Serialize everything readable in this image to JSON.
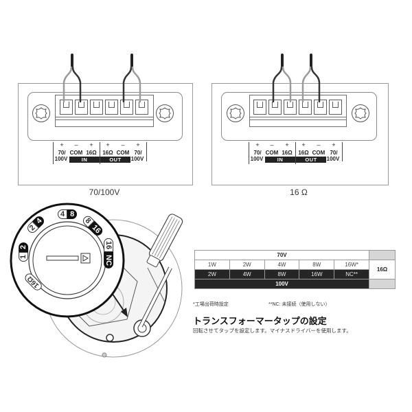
{
  "wiring_diagrams": [
    {
      "caption": "70/100V",
      "connected_terminals": [
        "70/100V IN",
        "COM IN",
        "COM OUT",
        "70/100V OUT"
      ]
    },
    {
      "caption": "16 Ω",
      "connected_terminals": [
        "COM IN",
        "16Ω IN",
        "16Ω OUT",
        "COM OUT"
      ]
    }
  ],
  "terminal_labels": {
    "terminals": [
      {
        "sign": "+",
        "label_top": "70/",
        "label_bottom": "100V"
      },
      {
        "sign": "–",
        "label_top": "COM",
        "label_bottom": ""
      },
      {
        "sign": "+",
        "label_top": "16Ω",
        "label_bottom": ""
      },
      {
        "sign": "+",
        "label_top": "16Ω",
        "label_bottom": ""
      },
      {
        "sign": "–",
        "label_top": "COM",
        "label_bottom": ""
      },
      {
        "sign": "+",
        "label_top": "70/",
        "label_bottom": "100V"
      }
    ],
    "in_band": "IN",
    "out_band": "OUT"
  },
  "dial": {
    "positions": [
      {
        "light": "1",
        "dark": "2"
      },
      {
        "light": "2",
        "dark": "4"
      },
      {
        "light": "4",
        "dark": "8"
      },
      {
        "light": "8",
        "dark": "16"
      },
      {
        "light": "16",
        "dark": "NC"
      }
    ],
    "ohm_position": "16Ω"
  },
  "tap_table": {
    "header_70v": "70V",
    "row_70v": [
      "1W",
      "2W",
      "4W",
      "8W",
      "16W*"
    ],
    "row_100v": [
      "2W",
      "4W",
      "8W",
      "16W",
      "NC**"
    ],
    "footer_100v": "100V",
    "ohm_label": "16Ω",
    "colors": {
      "dark": "#262626",
      "gray": "#d6d6d6",
      "white": "#ffffff"
    }
  },
  "notes": {
    "factory_default": "*工場出荷時設定",
    "nc_note": "**NC: 未接続（使用しない）"
  },
  "section": {
    "heading": "トランスフォーマータップの設定",
    "description": "回転させてタップを設定します。マイナスドライバーを使用します。"
  }
}
